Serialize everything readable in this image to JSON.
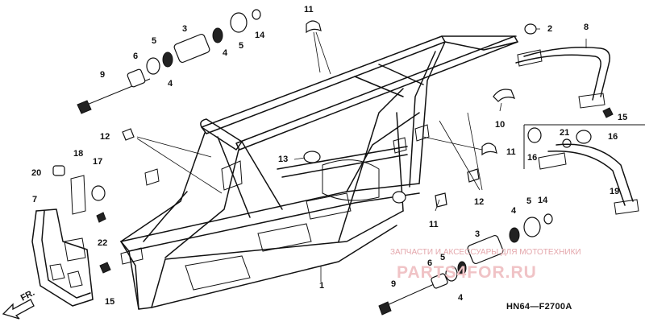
{
  "diagram": {
    "code": "HN64—F2700A",
    "forward_arrow_label": "FR.",
    "watermark": {
      "line1": "ЗАПЧАСТИ И АКСЕССУАРЫ ДЛЯ МОТОТЕХНИКИ",
      "line2": "PARTS4FOR.RU"
    },
    "callouts": {
      "c1": "1",
      "c2": "2",
      "c3a": "3",
      "c3b": "3",
      "c4a": "4",
      "c4b": "4",
      "c4c": "4",
      "c4d": "4",
      "c5a": "5",
      "c5b": "5",
      "c5c": "5",
      "c5d": "5",
      "c6a": "6",
      "c6b": "6",
      "c7": "7",
      "c8": "8",
      "c9a": "9",
      "c9b": "9",
      "c10": "10",
      "c11a": "11",
      "c11b": "11",
      "c11c": "11",
      "c12a": "12",
      "c12b": "12",
      "c13": "13",
      "c14a": "14",
      "c14b": "14",
      "c15a": "15",
      "c15b": "15",
      "c16a": "16",
      "c16b": "16",
      "c17": "17",
      "c18": "18",
      "c19": "19",
      "c20": "20",
      "c21": "21",
      "c22": "22"
    }
  }
}
